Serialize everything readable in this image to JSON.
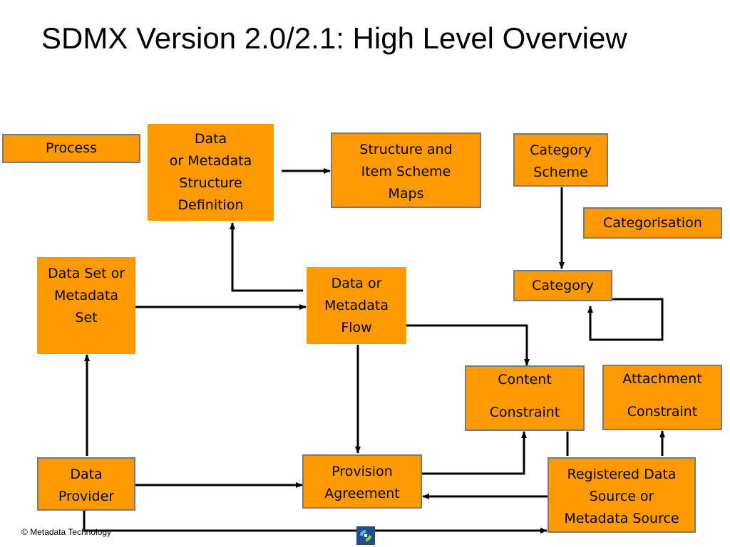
{
  "title": "SDMX Version 2.0/2.1: High Level Overview",
  "colors": {
    "box_fill": "#ff9900",
    "box_border": "#7a7a7a",
    "line": "#000000"
  },
  "boxes": {
    "process": [
      "Process"
    ],
    "structure_definition": [
      "Data",
      "or Metadata",
      "Structure",
      "Definition"
    ],
    "structure_maps": [
      "Structure and",
      "Item Scheme",
      "Maps"
    ],
    "category_scheme": [
      "Category",
      "Scheme"
    ],
    "categorisation": [
      "Categorisation"
    ],
    "data_set": [
      "Data Set or",
      "Metadata",
      "Set"
    ],
    "dataflow": [
      "Data or",
      "Metadata",
      "Flow"
    ],
    "category": [
      "Category"
    ],
    "content_constraint": [
      "Content",
      "Constraint"
    ],
    "attachment_constraint": [
      "Attachment",
      "Constraint"
    ],
    "data_provider": [
      "Data",
      "Provider"
    ],
    "provision_agreement": [
      "Provision",
      "Agreement"
    ],
    "registered_source": [
      "Registered Data",
      "Source or",
      "Metadata Source"
    ]
  },
  "footer": {
    "copyright_symbol": "©",
    "text": "Metadata Technology"
  },
  "logo_icon": "metadata-technology-logo-icon"
}
